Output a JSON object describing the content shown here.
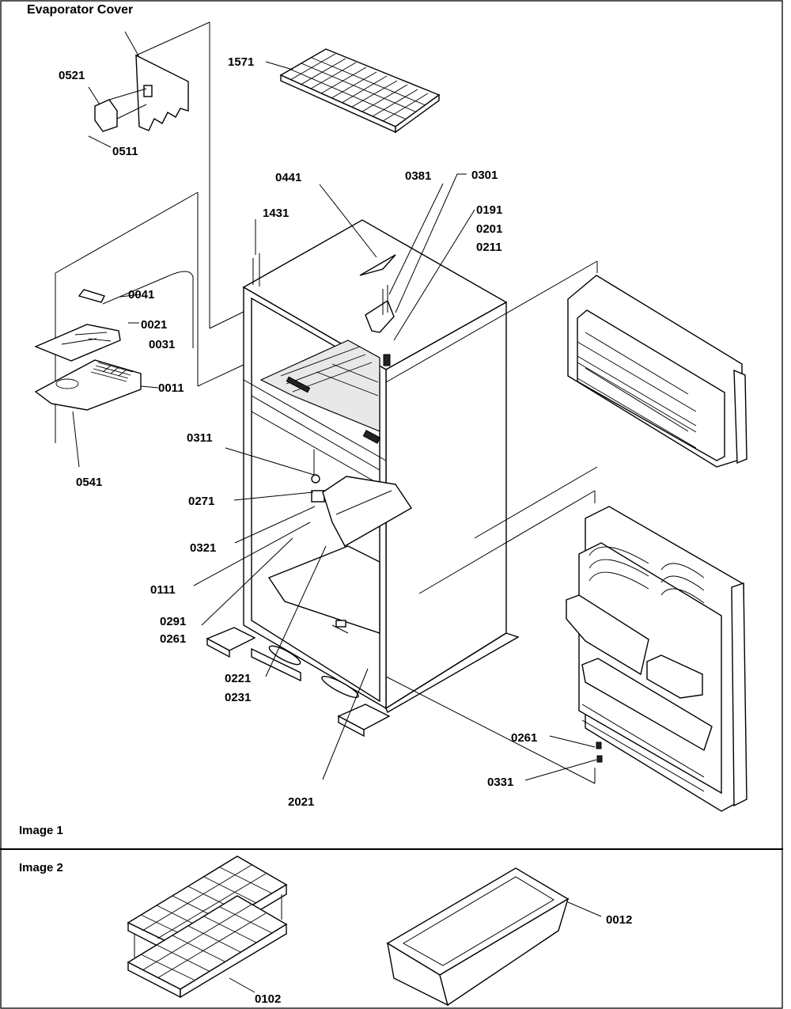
{
  "sections": {
    "image1_label": "Image 1",
    "image2_label": "Image 2"
  },
  "titles": {
    "evaporator_cover": "Evaporator Cover"
  },
  "parts": {
    "p0521": "0521",
    "p0511": "0511",
    "p1571": "1571",
    "p0441": "0441",
    "p0381": "0381",
    "p0301": "0301",
    "p0191": "0191",
    "p0201": "0201",
    "p0211": "0211",
    "p1431": "1431",
    "p0041": "0041",
    "p0021": "0021",
    "p0031": "0031",
    "p0011": "0011",
    "p0541": "0541",
    "p0311": "0311",
    "p0271": "0271",
    "p0321": "0321",
    "p0111": "0111",
    "p0291": "0291",
    "p0261a": "0261",
    "p0221": "0221",
    "p0231": "0231",
    "p2021": "2021",
    "p0261b": "0261",
    "p0331": "0331",
    "p0012": "0012",
    "p0102": "0102"
  }
}
